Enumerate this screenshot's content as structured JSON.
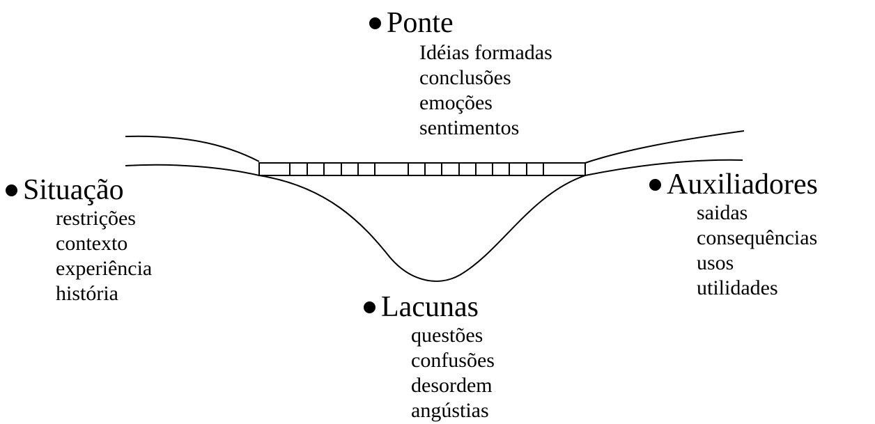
{
  "ponte": {
    "title": "Ponte",
    "items": [
      "Idéias formadas",
      "conclusões",
      "emoções",
      "sentimentos"
    ]
  },
  "situacao": {
    "title": "Situação",
    "items": [
      "restrições",
      "contexto",
      "experiência",
      "história"
    ]
  },
  "auxiliadores": {
    "title": "Auxiliadores",
    "items": [
      "saidas",
      "consequências",
      "usos",
      "utilidades"
    ]
  },
  "lacunas": {
    "title": "Lacunas",
    "items": [
      "questões",
      "confusões",
      "desordem",
      "angústias"
    ]
  }
}
